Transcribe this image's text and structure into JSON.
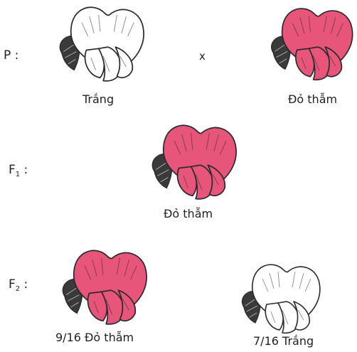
{
  "generations": {
    "p": {
      "label": "P :"
    },
    "f1": {
      "label": "F",
      "sub": "1",
      "colon": " :"
    },
    "f2": {
      "label": "F",
      "sub": "2",
      "colon": " :"
    }
  },
  "cross_symbol": "x",
  "flowers": {
    "p_left": {
      "caption": "Trắng",
      "color": "white"
    },
    "p_right": {
      "caption": "Đỏ thẫm",
      "color": "red"
    },
    "f1": {
      "caption": "Đỏ thẫm",
      "color": "red"
    },
    "f2_left": {
      "caption": "9/16 Đỏ thẫm",
      "color": "red"
    },
    "f2_right": {
      "caption": "7/16 Trắng",
      "color": "white"
    }
  },
  "colors": {
    "red_fill": "#e8557a",
    "white_fill": "#ffffff",
    "outline": "#2a2a2a",
    "leaf": "#3a3a3a"
  }
}
